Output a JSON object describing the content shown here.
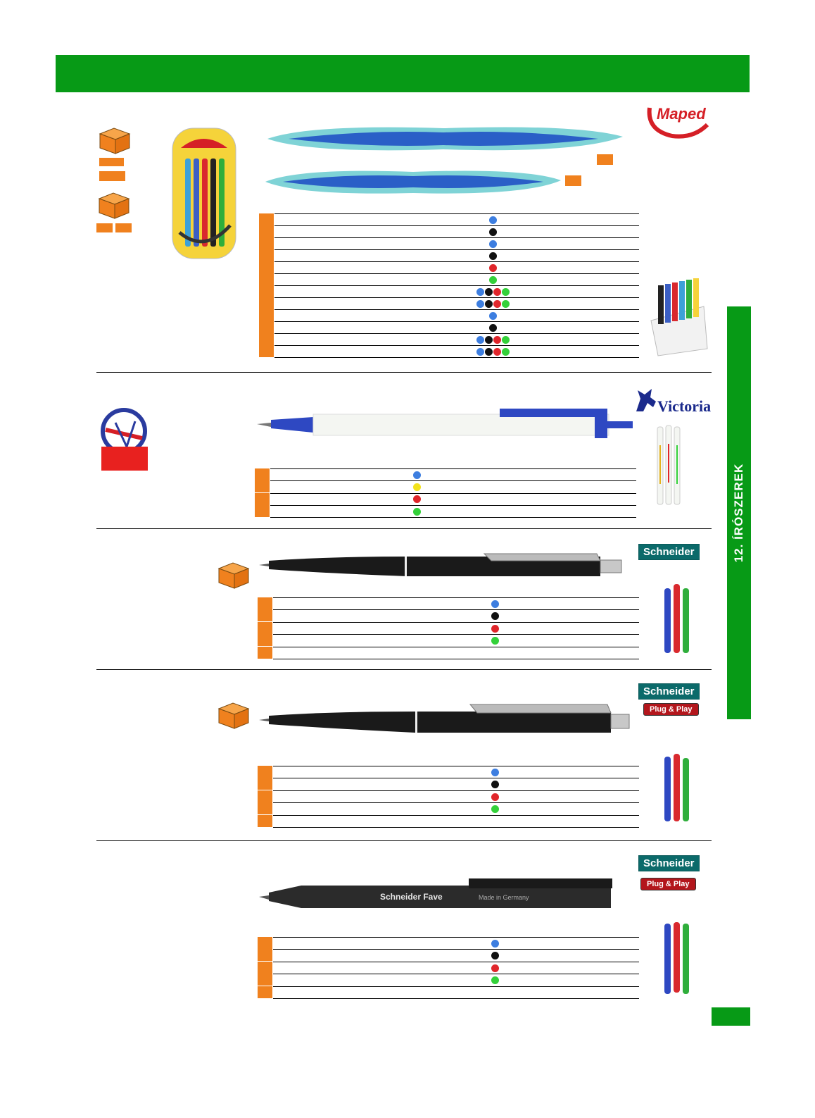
{
  "side_tab": {
    "label": "12. ÍRÓSZEREK"
  },
  "brands": {
    "maped": "Maped",
    "victoria": "Victoria",
    "schneider": "Schneider",
    "plug_play": "Plug & Play",
    "pen_schneider_fave": "Schneider Fave",
    "pen_made_in": "Made in Germany"
  },
  "colors": {
    "green": "#079a16",
    "orange": "#f0811e",
    "ink_blue": "#3d7ee0",
    "ink_black": "#111111",
    "ink_red": "#e0262b",
    "ink_green": "#34d13a",
    "ink_yellow": "#f2e21c"
  },
  "icons": [
    "box-icon",
    "horse-icon",
    "plug-icon"
  ],
  "sections": [
    {
      "name": "maped",
      "rows": [
        [
          "blue"
        ],
        [
          "black"
        ],
        [
          "blue"
        ],
        [
          "black"
        ],
        [
          "red"
        ],
        [
          "green"
        ],
        [
          "blue",
          "black",
          "red",
          "green"
        ],
        [
          "blue",
          "black",
          "red",
          "green"
        ],
        [
          "blue"
        ],
        [
          "black"
        ],
        [
          "blue",
          "black",
          "red",
          "green"
        ],
        [
          "blue",
          "black",
          "red",
          "green"
        ]
      ]
    },
    {
      "name": "victoria",
      "rows": [
        [
          "blue"
        ],
        [
          "yellow"
        ],
        [
          "red"
        ],
        [
          "green"
        ]
      ]
    },
    {
      "name": "schneider-k15",
      "rows": [
        [
          "blue"
        ],
        [
          "black"
        ],
        [
          "red"
        ],
        [
          "green"
        ],
        []
      ]
    },
    {
      "name": "schneider-k20",
      "rows": [
        [
          "blue"
        ],
        [
          "black"
        ],
        [
          "red"
        ],
        [
          "green"
        ],
        []
      ]
    },
    {
      "name": "schneider-fave",
      "rows": [
        [
          "blue"
        ],
        [
          "black"
        ],
        [
          "red"
        ],
        [
          "green"
        ],
        []
      ]
    }
  ]
}
